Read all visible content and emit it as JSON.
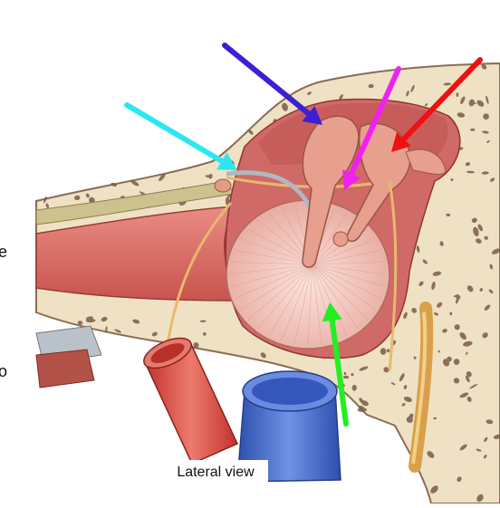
{
  "caption": {
    "text": "Lateral view"
  },
  "edge_fragments": {
    "left_upper": "e",
    "left_lower": "o"
  },
  "colors": {
    "bone": "#efe2c4",
    "bone_pore": "#7a5a46",
    "cavity": "#d06a66",
    "tympanic_membrane": "#f0c8c0",
    "ossicles": "#e8a08e",
    "artery": "#d9453c",
    "vein": "#3f66c8",
    "nerve": "#e8b870",
    "arrow_cyan": "#2ee6f0",
    "arrow_blue": "#3d1fd6",
    "arrow_magenta": "#ee22ee",
    "arrow_red": "#ee1111",
    "arrow_green": "#22ee22"
  },
  "pointers": [
    {
      "name": "cyan-arrow",
      "color_key": "arrow_cyan"
    },
    {
      "name": "blue-arrow",
      "color_key": "arrow_blue"
    },
    {
      "name": "magenta-arrow",
      "color_key": "arrow_magenta"
    },
    {
      "name": "red-arrow",
      "color_key": "arrow_red"
    },
    {
      "name": "green-arrow",
      "color_key": "arrow_green"
    }
  ]
}
